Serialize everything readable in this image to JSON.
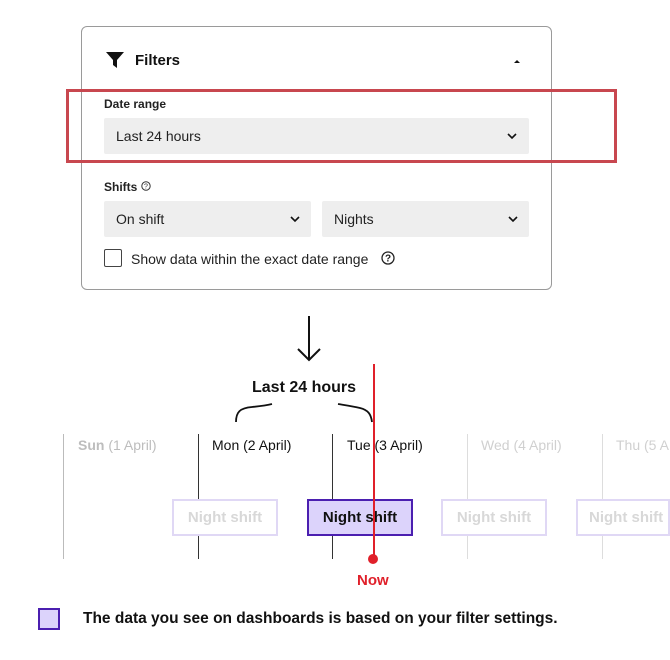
{
  "filters": {
    "title": "Filters",
    "date_range": {
      "label": "Date range",
      "value": "Last 24 hours"
    },
    "shifts": {
      "label": "Shifts",
      "shift_value": "On shift",
      "type_value": "Nights"
    },
    "exact_range_label": "Show data within the exact date range",
    "exact_range_checked": false
  },
  "timeline": {
    "range_label": "Last 24 hours",
    "days": [
      {
        "name": "Sun",
        "date": "(1 April)"
      },
      {
        "name": "Mon",
        "date": "(2 April)"
      },
      {
        "name": "Tue",
        "date": "(3 April)"
      },
      {
        "name": "Wed",
        "date": "(4 April)"
      },
      {
        "name": "Thu",
        "date": "(5 A"
      }
    ],
    "shifts": [
      "Night shift",
      "Night shift",
      "Night shift",
      "Night shift"
    ],
    "now_label": "Now"
  },
  "legend": {
    "text": "The data you see on dashboards is based on your filter settings."
  },
  "colors": {
    "highlight": "#c8474f",
    "now": "#e0202a",
    "active_shift_fill": "#dcd3fb",
    "active_shift_border": "#4b1fb0"
  }
}
